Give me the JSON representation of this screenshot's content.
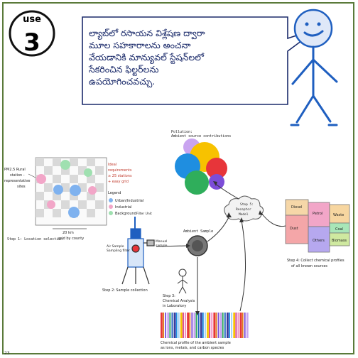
{
  "badge": {
    "top": "use",
    "number": "3"
  },
  "speech": {
    "lines": [
      "ల్యాబ్‌లో రసాయన విశ్లేషణ ద్వారా",
      "మూల సహకారాలను అంచనా",
      "వేయడానికి మాన్యువల్ స్టేషన్‌లలో",
      "సేకరించిన ఫిల్టర్‌లను",
      "ఉపయోగించవచ్చు."
    ]
  },
  "page_number": "23",
  "grid_panel": {
    "left_note": [
      "PM2.5 Rural",
      "station -",
      "representative",
      "sites"
    ],
    "right_note": [
      "Ideal",
      "requirements",
      "≥ 25 stations",
      "+ easy grid"
    ],
    "legend_title": "Legend",
    "legend": [
      "Urban/Industrial",
      "Industrial",
      "Background"
    ],
    "scale": [
      "20 km",
      "grid by county"
    ],
    "step_label": "Step 1: Location selection"
  },
  "sampler": {
    "top_label": "Filter Unit",
    "left_label": [
      "Air Sample",
      "Sampling filter"
    ],
    "right_label": [
      "Manual",
      "sample"
    ],
    "step_label": "Step 2: Sample collection"
  },
  "ambient_label": "Ambient Sample",
  "pie_label": [
    "Pollution:",
    "Ambient source contributions"
  ],
  "receptor_label": [
    "Step 5:",
    "Receptor",
    "Model"
  ],
  "profiles": {
    "boxes": [
      "Diesel",
      "Petrol",
      "Waste",
      "Dust",
      "Coal",
      "Biomass",
      "Others"
    ],
    "step_label": [
      "Step 4: Collect chemical profiles",
      "of all known sources"
    ]
  },
  "chemical": {
    "step_label": [
      "Step 3:",
      "Chemical Analysis",
      "in Laboratory"
    ],
    "caption": [
      "Chemical profile of the ambient sample",
      "as ions, metals, and carbon species"
    ]
  },
  "colors": {
    "frame": "#5a7a3a",
    "bubble_text": "#1a2a6a",
    "stick_figure": "#1f5fc0",
    "pie": [
      "#f7c200",
      "#e7353a",
      "#1f8ee0",
      "#2fae5b",
      "#7c4dd8",
      "#c9a4f0"
    ]
  }
}
